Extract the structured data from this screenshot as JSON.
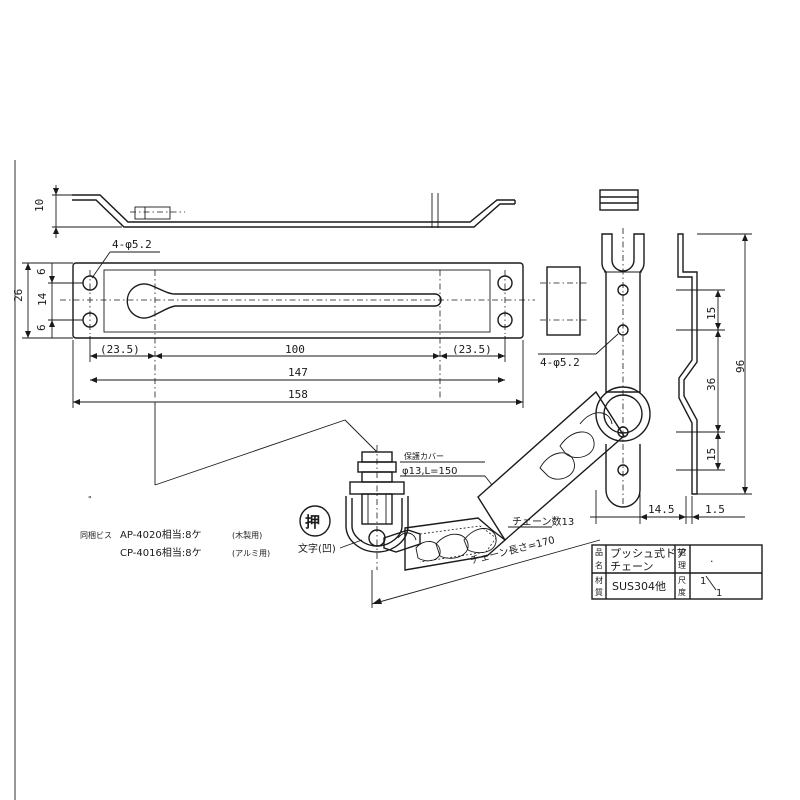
{
  "dimensions": {
    "d10": "10",
    "d26": "26",
    "d6a": "6",
    "d14": "14",
    "d6b": "6",
    "hole_left": "4-φ5.2",
    "hole_right": "4-φ5.2",
    "d23_5_left": "(23.5)",
    "d100": "100",
    "d23_5_right": "(23.5)",
    "d147": "147",
    "d158": "158",
    "d15_top": "15",
    "d36": "36",
    "d15_bottom": "15",
    "d96": "96",
    "d14_5": "14.5",
    "d1_5": "1.5"
  },
  "annotations": {
    "cover_title": "保護カバー",
    "cover_spec": "φ13,L=150",
    "chain_count": "チェーン数13",
    "chain_length": "チェーン長さ=170",
    "push_symbol": "押",
    "text_mark": "文字(凹)",
    "dot_mark": "\""
  },
  "screws": {
    "title": "同梱ビス",
    "line1": "AP-4020相当:8ケ",
    "line1_note": "(木製用)",
    "line2": "CP-4016相当:8ケ",
    "line2_note": "(アルミ用)"
  },
  "title_block": {
    "hin_label_1": "品",
    "hin_label_2": "名",
    "name_line1": "プッシュ式ドア",
    "name_line2": "チェーン",
    "shori_label_1": "処",
    "shori_label_2": "理",
    "shori_value": ".",
    "zai_label_1": "材",
    "zai_label_2": "質",
    "material": "SUS304他",
    "shaku_label_1": "尺",
    "shaku_label_2": "度",
    "scale_num": "1",
    "scale_den": "1"
  }
}
